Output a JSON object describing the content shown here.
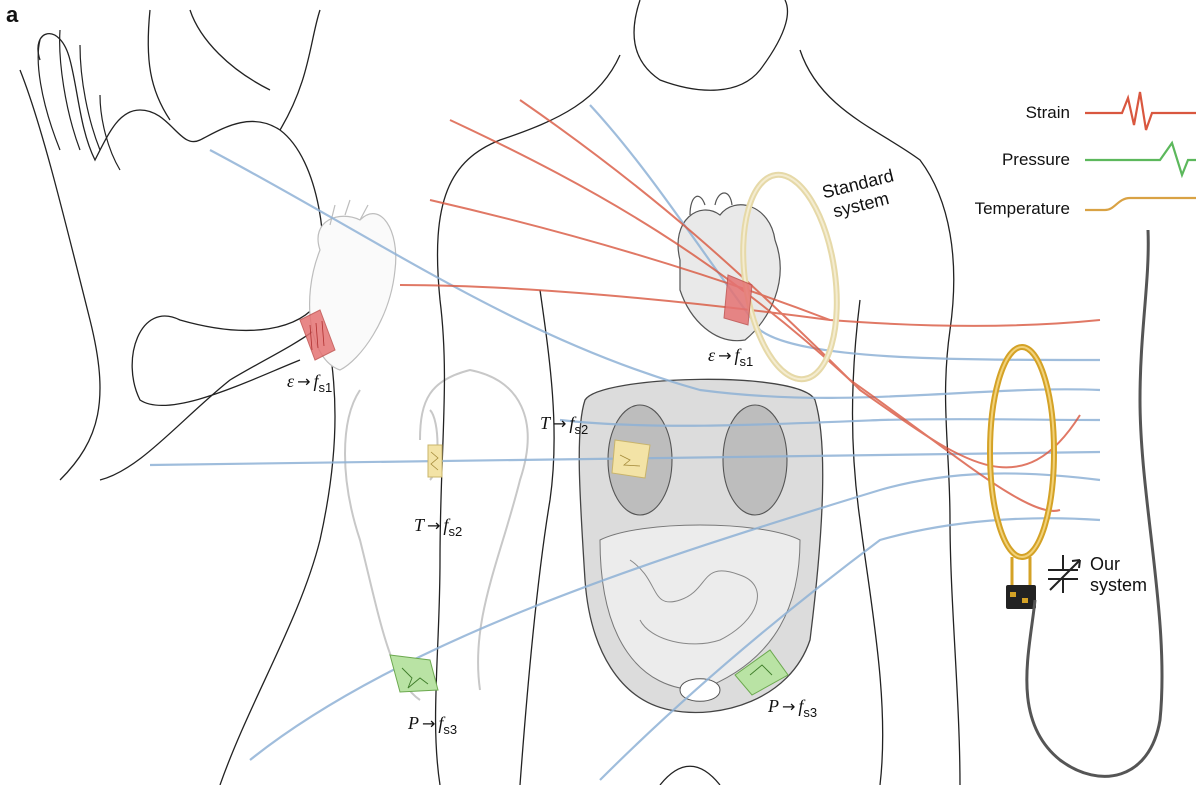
{
  "panel_label": "a",
  "legend": [
    {
      "label": "Strain",
      "color": "#d9573f"
    },
    {
      "label": "Pressure",
      "color": "#5cb85c"
    },
    {
      "label": "Temperature",
      "color": "#d9a244"
    }
  ],
  "systems": {
    "standard_line1": "Standard",
    "standard_line2": "system",
    "ours_line1": "Our",
    "ours_line2": "system"
  },
  "sensor_labels": [
    {
      "var": "ε",
      "sub": "s1"
    },
    {
      "var": "T",
      "sub": "s2"
    },
    {
      "var": "P",
      "sub": "s3"
    },
    {
      "var": "ε",
      "sub": "s1"
    },
    {
      "var": "T",
      "sub": "s2"
    },
    {
      "var": "P",
      "sub": "s3"
    }
  ],
  "freq_symbol": "f",
  "colors": {
    "field_blue": "#8fb2d6",
    "field_red": "#d9573f",
    "coil_gold": "#d4a226",
    "coil_standard": "#e6d9a8",
    "outline": "#222222",
    "organ_grey": "#bdbdbd"
  }
}
